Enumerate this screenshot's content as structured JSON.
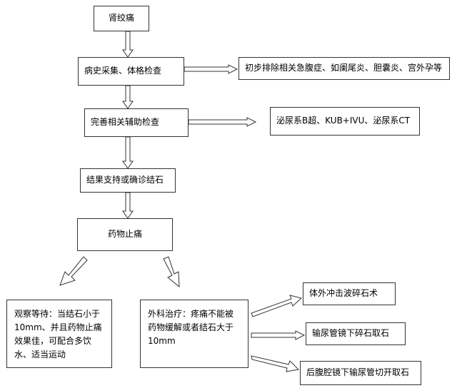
{
  "nodes": {
    "renal_colic": "肾绞痛",
    "history_exam": "病史采集、体格检查",
    "exclude": "初步排除相关急腹症、如阑尾炎、胆囊炎、宫外孕等",
    "aux_exam": "完善相关辅助检查",
    "imaging": "泌尿系B超、KUB+IVU、泌尿系CT",
    "support_diagnosis": "结果支持或确诊结石",
    "drug_analgesia": "药物止痛",
    "observe": "观察等待：当结石小于10mm、并且药物止痛效果佳，可配合多饮水、适当运动",
    "surgery": "外科治疗：疼痛不能被药物缓解或者结石大于10mm",
    "eswl": "体外冲击波碎石术",
    "ureteroscopy": "输尿管镜下碎石取石",
    "laparoscopy": "后腹腔镜下输尿管切开取石"
  }
}
